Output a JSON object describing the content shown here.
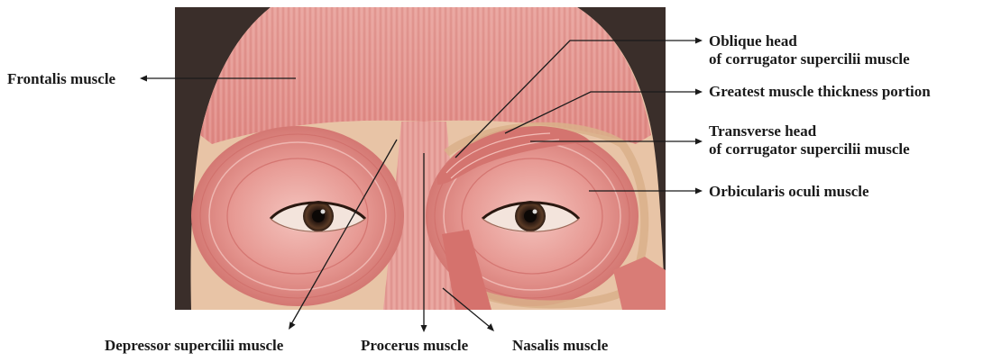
{
  "figure": {
    "kind": "anatomical-illustration",
    "subject": "facial muscles of forehead and periorbital region",
    "colors": {
      "background": "#ffffff",
      "muscle": "#e28f8b",
      "muscle_dark": "#c8605e",
      "muscle_light": "#f2b8b2",
      "skin": "#e9c6a8",
      "hair": "#3a2e2a",
      "leader_line": "#1a1a1a"
    }
  },
  "labels": {
    "frontalis": "Frontalis muscle",
    "oblique_head_line1": "Oblique head",
    "oblique_head_line2": "of corrugator supercilii muscle",
    "greatest_thickness": "Greatest muscle thickness portion",
    "transverse_head_line1": "Transverse head",
    "transverse_head_line2": "of corrugator supercilii muscle",
    "orbicularis_oculi": "Orbicularis oculi muscle",
    "depressor_supercilii": "Depressor supercilii muscle",
    "procerus": "Procerus muscle",
    "nasalis": "Nasalis muscle"
  }
}
